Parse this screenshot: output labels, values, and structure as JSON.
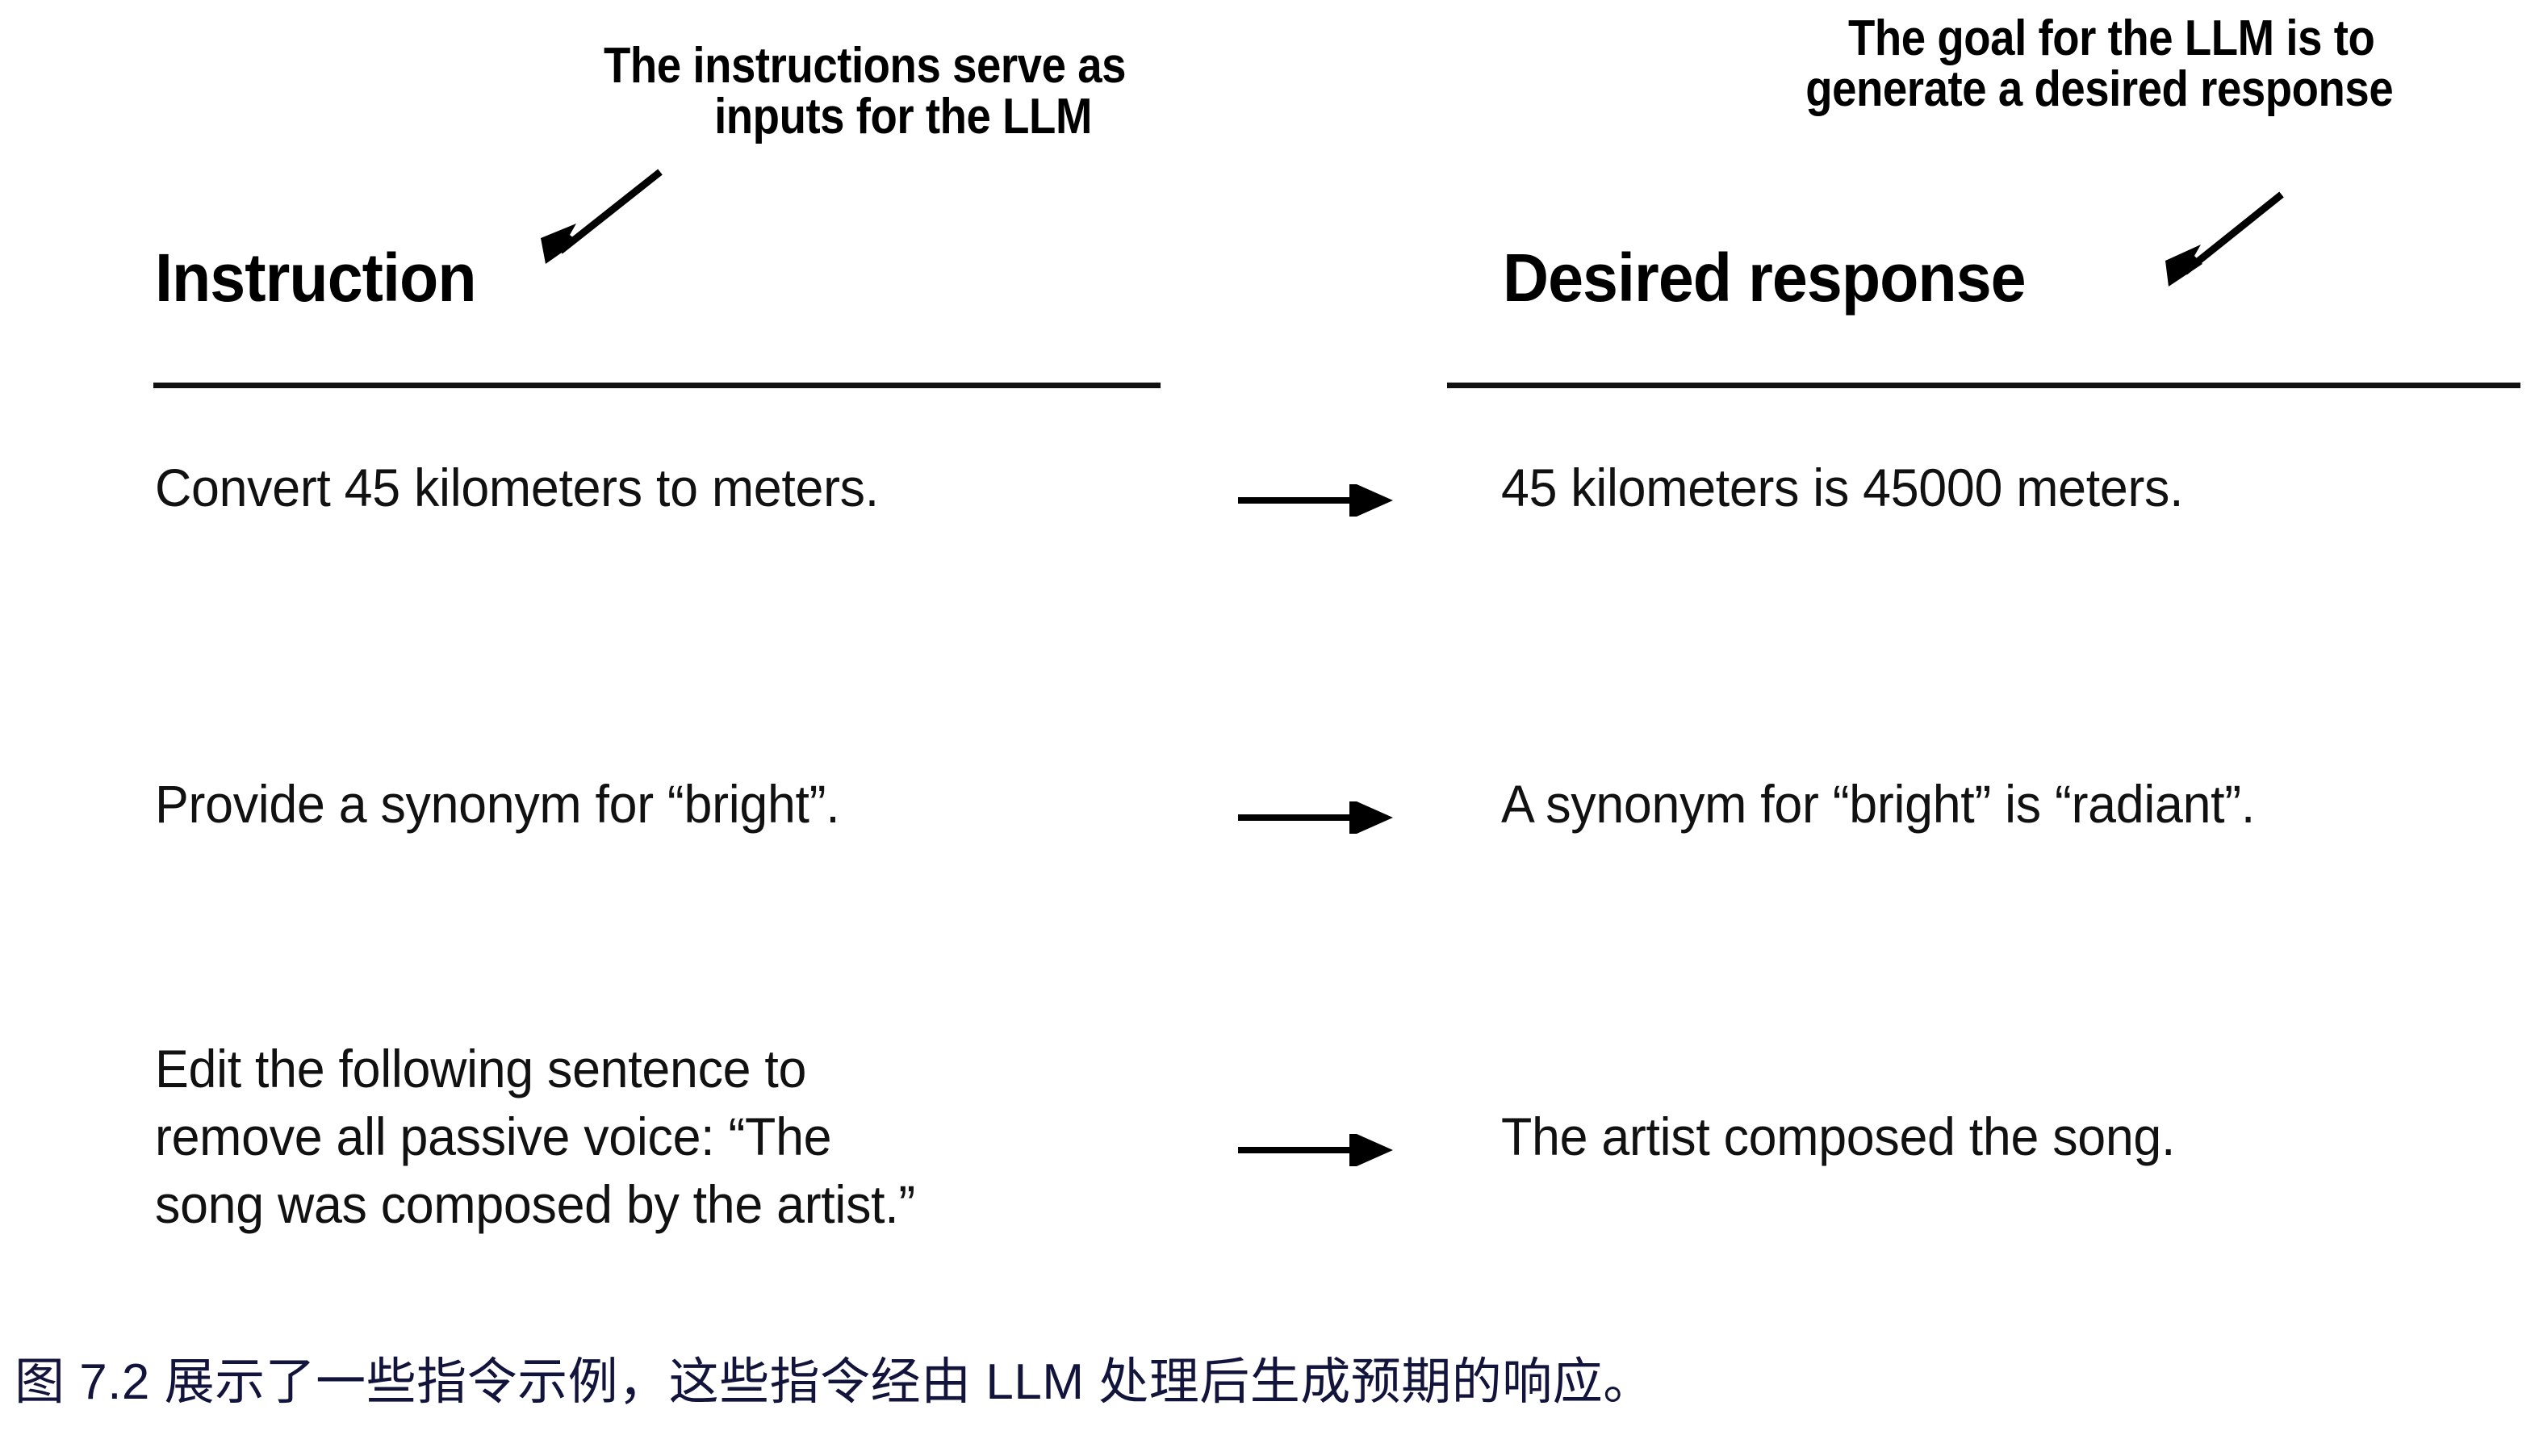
{
  "figure": {
    "background_color": "#ffffff",
    "text_color": "#111111",
    "caption_color": "#13143c",
    "annotations": {
      "left": {
        "line1": "The instructions serve as",
        "line2": "inputs for the LLM",
        "points_to": "Instruction"
      },
      "right": {
        "line1": "The goal for the LLM is to",
        "line2": "generate a desired response",
        "points_to": "Desired response"
      }
    },
    "columns": {
      "left_header": "Instruction",
      "right_header": "Desired response"
    },
    "rows": [
      {
        "instruction": "Convert 45 kilometers to meters.",
        "response": "45 kilometers is 45000 meters."
      },
      {
        "instruction": "Provide a synonym for “bright”.",
        "response": "A synonym for “bright” is “radiant”."
      },
      {
        "instruction": "Edit the following sentence to\nremove all passive voice: “The\nsong was composed by the artist.”",
        "response": "The artist composed the song."
      }
    ],
    "caption": "图 7.2 展示了一些指令示例，这些指令经由 LLM 处理后生成预期的响应。"
  }
}
